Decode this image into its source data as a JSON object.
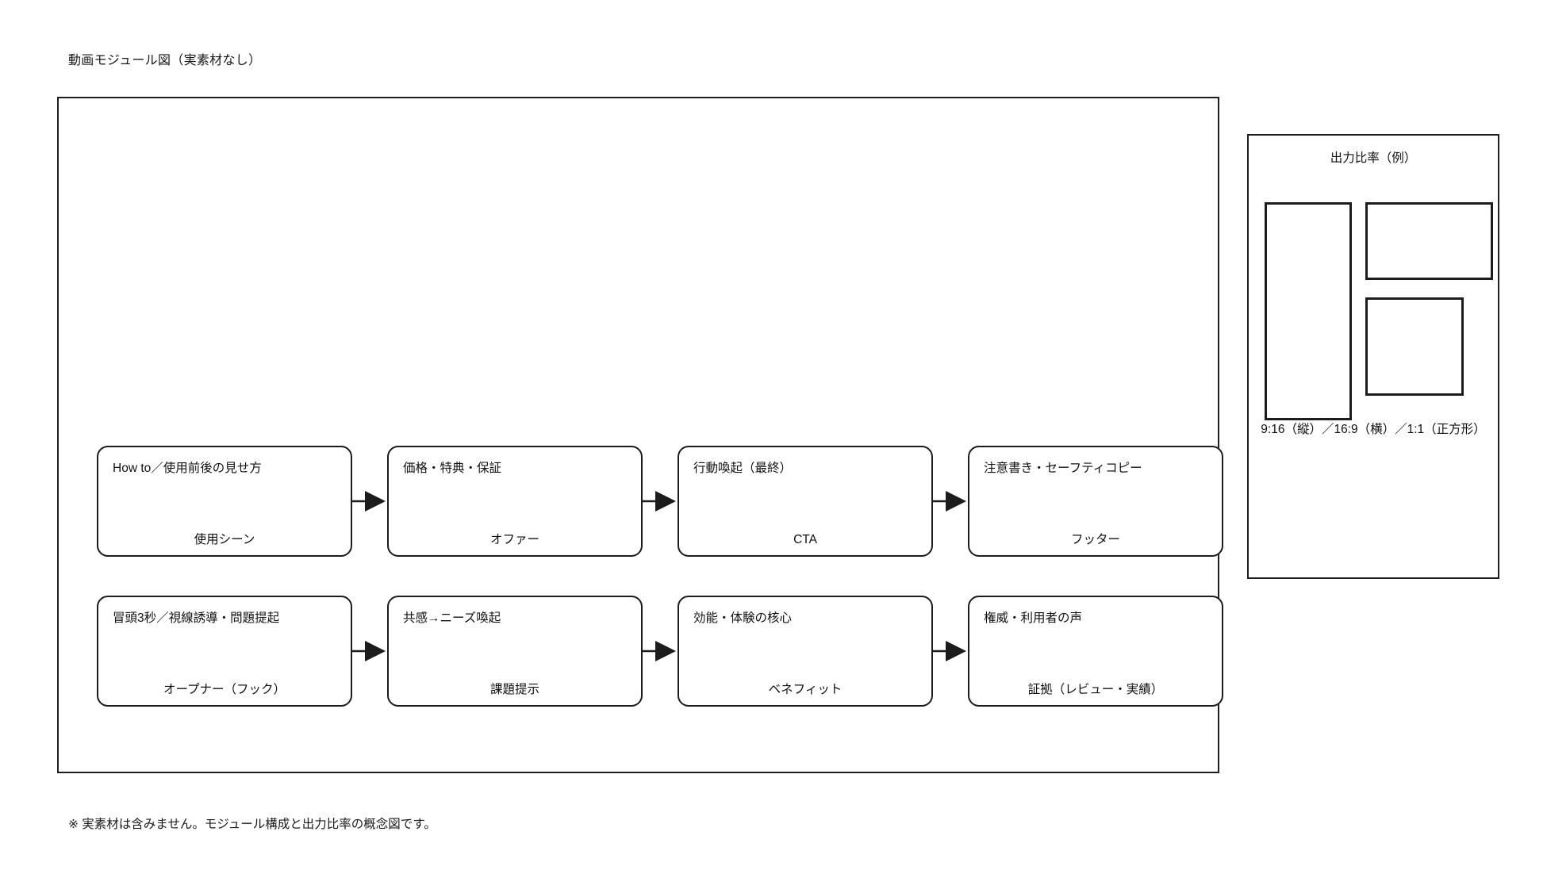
{
  "page": {
    "title": "動画モジュール図（実素材なし）",
    "footnote": "※ 実素材は含みません。モジュール構成と出力比率の概念図です。",
    "background_color": "#ffffff",
    "line_color": "#1c1c1c",
    "text_color": "#111111"
  },
  "diagram": {
    "rows": [
      {
        "row_name": "top-row",
        "modules": [
          {
            "desc": "How to／使用前後の見せ方",
            "label": "使用シーン"
          },
          {
            "desc": "価格・特典・保証",
            "label": "オファー"
          },
          {
            "desc": "行動喚起（最終）",
            "label": "CTA"
          },
          {
            "desc": "注意書き・セーフティコピー",
            "label": "フッター"
          }
        ],
        "connectors": [
          "arrow-right-icon",
          "arrow-right-icon",
          "arrow-right-icon"
        ]
      },
      {
        "row_name": "bottom-row",
        "modules": [
          {
            "desc": "冒頭3秒／視線誘導・問題提起",
            "label": "オープナー（フック）"
          },
          {
            "desc": "共感→ニーズ喚起",
            "label": "課題提示"
          },
          {
            "desc": "効能・体験の核心",
            "label": "ベネフィット"
          },
          {
            "desc": "権威・利用者の声",
            "label": "証拠（レビュー・実績）"
          }
        ],
        "connectors": [
          "arrow-right-icon",
          "arrow-right-icon",
          "arrow-right-icon"
        ]
      }
    ]
  },
  "ratio_panel": {
    "title": "出力比率（例）",
    "caption": "9:16（縦）／16:9（横）／1:1（正方形）",
    "shapes": [
      {
        "name": "portrait-9-16",
        "ratio": "9:16"
      },
      {
        "name": "landscape-16-9",
        "ratio": "16:9"
      },
      {
        "name": "square-1-1",
        "ratio": "1:1"
      }
    ]
  }
}
